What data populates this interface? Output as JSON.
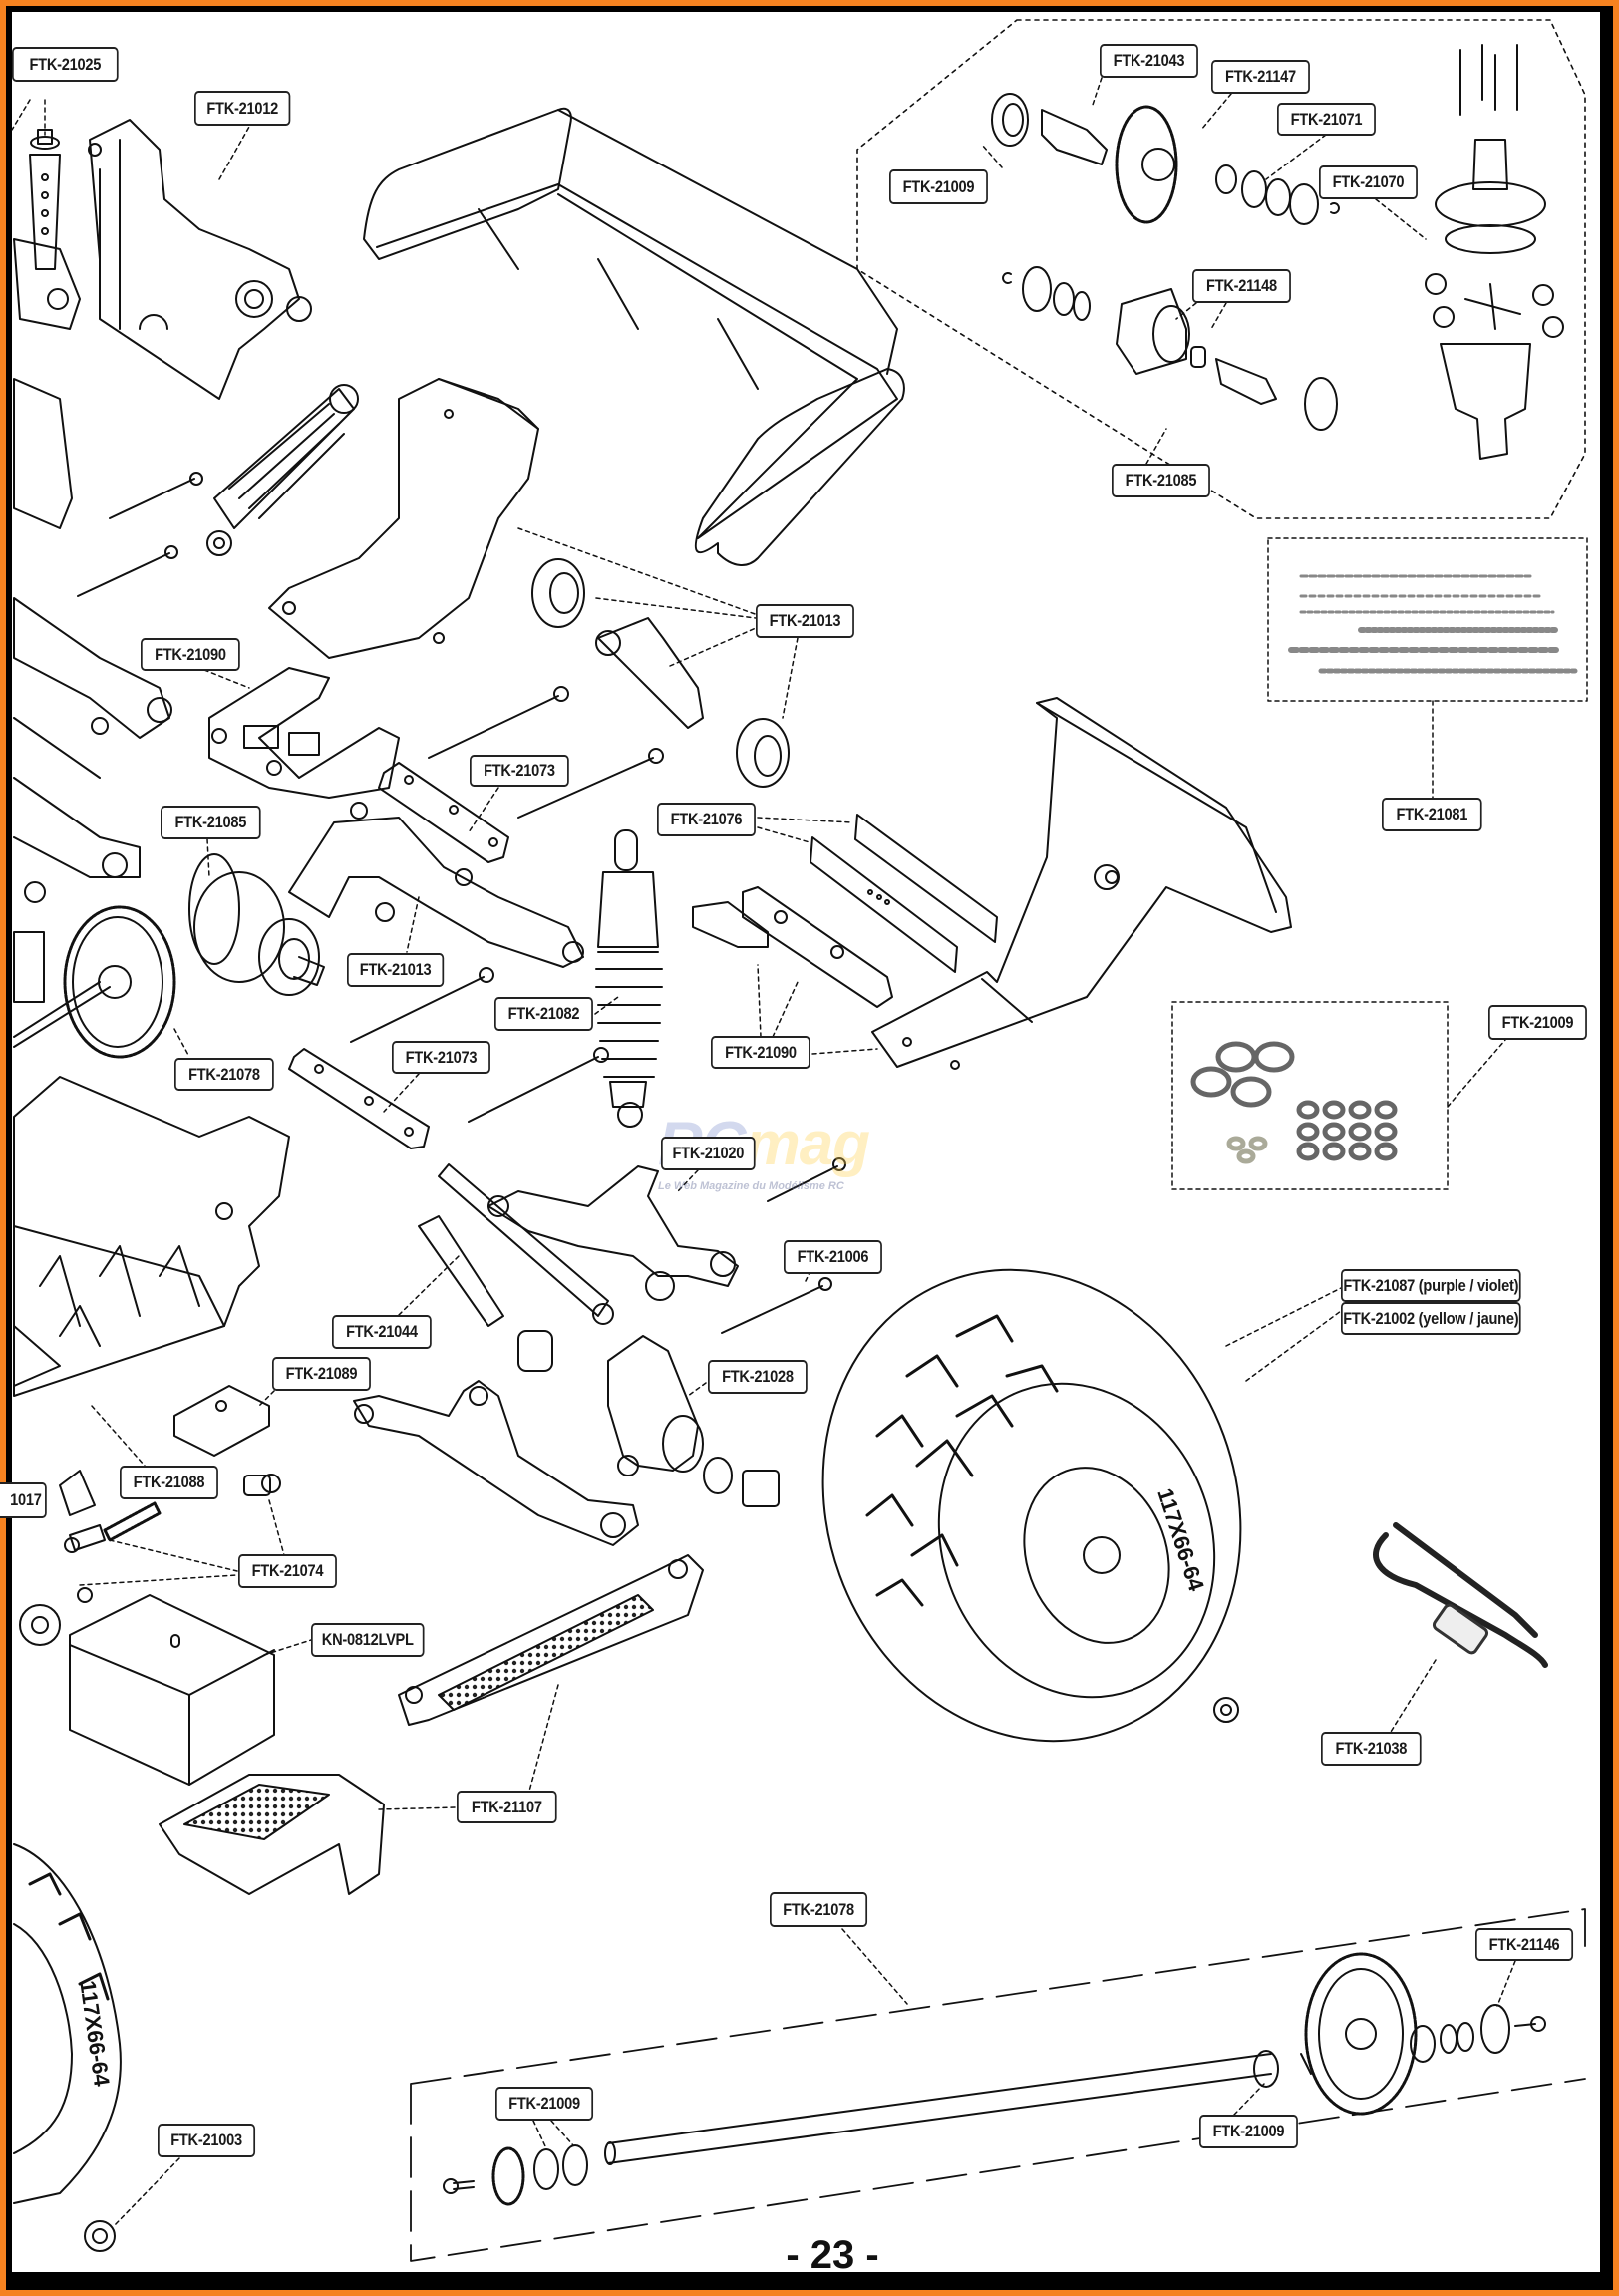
{
  "page": {
    "number": "- 23 -",
    "border_color": "#f58220"
  },
  "watermark": {
    "logo_part1": "RC",
    "logo_part2": "mag",
    "tagline": "Le Web Magazine du Modélisme RC"
  },
  "tire_marking": "117X66-64",
  "labels": {
    "ftk21025": "FTK-21025",
    "ftk21012": "FTK-21012",
    "ftk21043": "FTK-21043",
    "ftk21147": "FTK-21147",
    "ftk21071": "FTK-21071",
    "ftk21070": "FTK-21070",
    "ftk21009_diff": "FTK-21009",
    "ftk21148": "FTK-21148",
    "ftk21085_diff": "FTK-21085",
    "ftk21013_wing": "FTK-21013",
    "ftk21081": "FTK-21081",
    "ftk21090_left": "FTK-21090",
    "ftk21073_upper": "FTK-21073",
    "ftk21076": "FTK-21076",
    "ftk21085_mid": "FTK-21085",
    "ftk21013_mid": "FTK-21013",
    "ftk21082": "FTK-21082",
    "ftk21090_right": "FTK-21090",
    "ftk21009_bearings": "FTK-21009",
    "ftk21078_mid": "FTK-21078",
    "ftk21073_lower": "FTK-21073",
    "ftk21020": "FTK-21020",
    "ftk21006": "FTK-21006",
    "ftk21087": "FTK-21087 (purple / violet)",
    "ftk21002": "FTK-21002 (yellow / jaune)",
    "ftk21044": "FTK-21044",
    "ftk21089": "FTK-21089",
    "ftk21028": "FTK-21028",
    "ftk21088": "FTK-21088",
    "ftk21017_partial": "1017",
    "ftk21074": "FTK-21074",
    "kn0812lvpl": "KN-0812LVPL",
    "ftk21038": "FTK-21038",
    "ftk21107": "FTK-21107",
    "ftk21078_axle": "FTK-21078",
    "ftk21146": "FTK-21146",
    "ftk21009_axle_left": "FTK-21009",
    "ftk21009_axle_right": "FTK-21009",
    "ftk21003": "FTK-21003"
  }
}
